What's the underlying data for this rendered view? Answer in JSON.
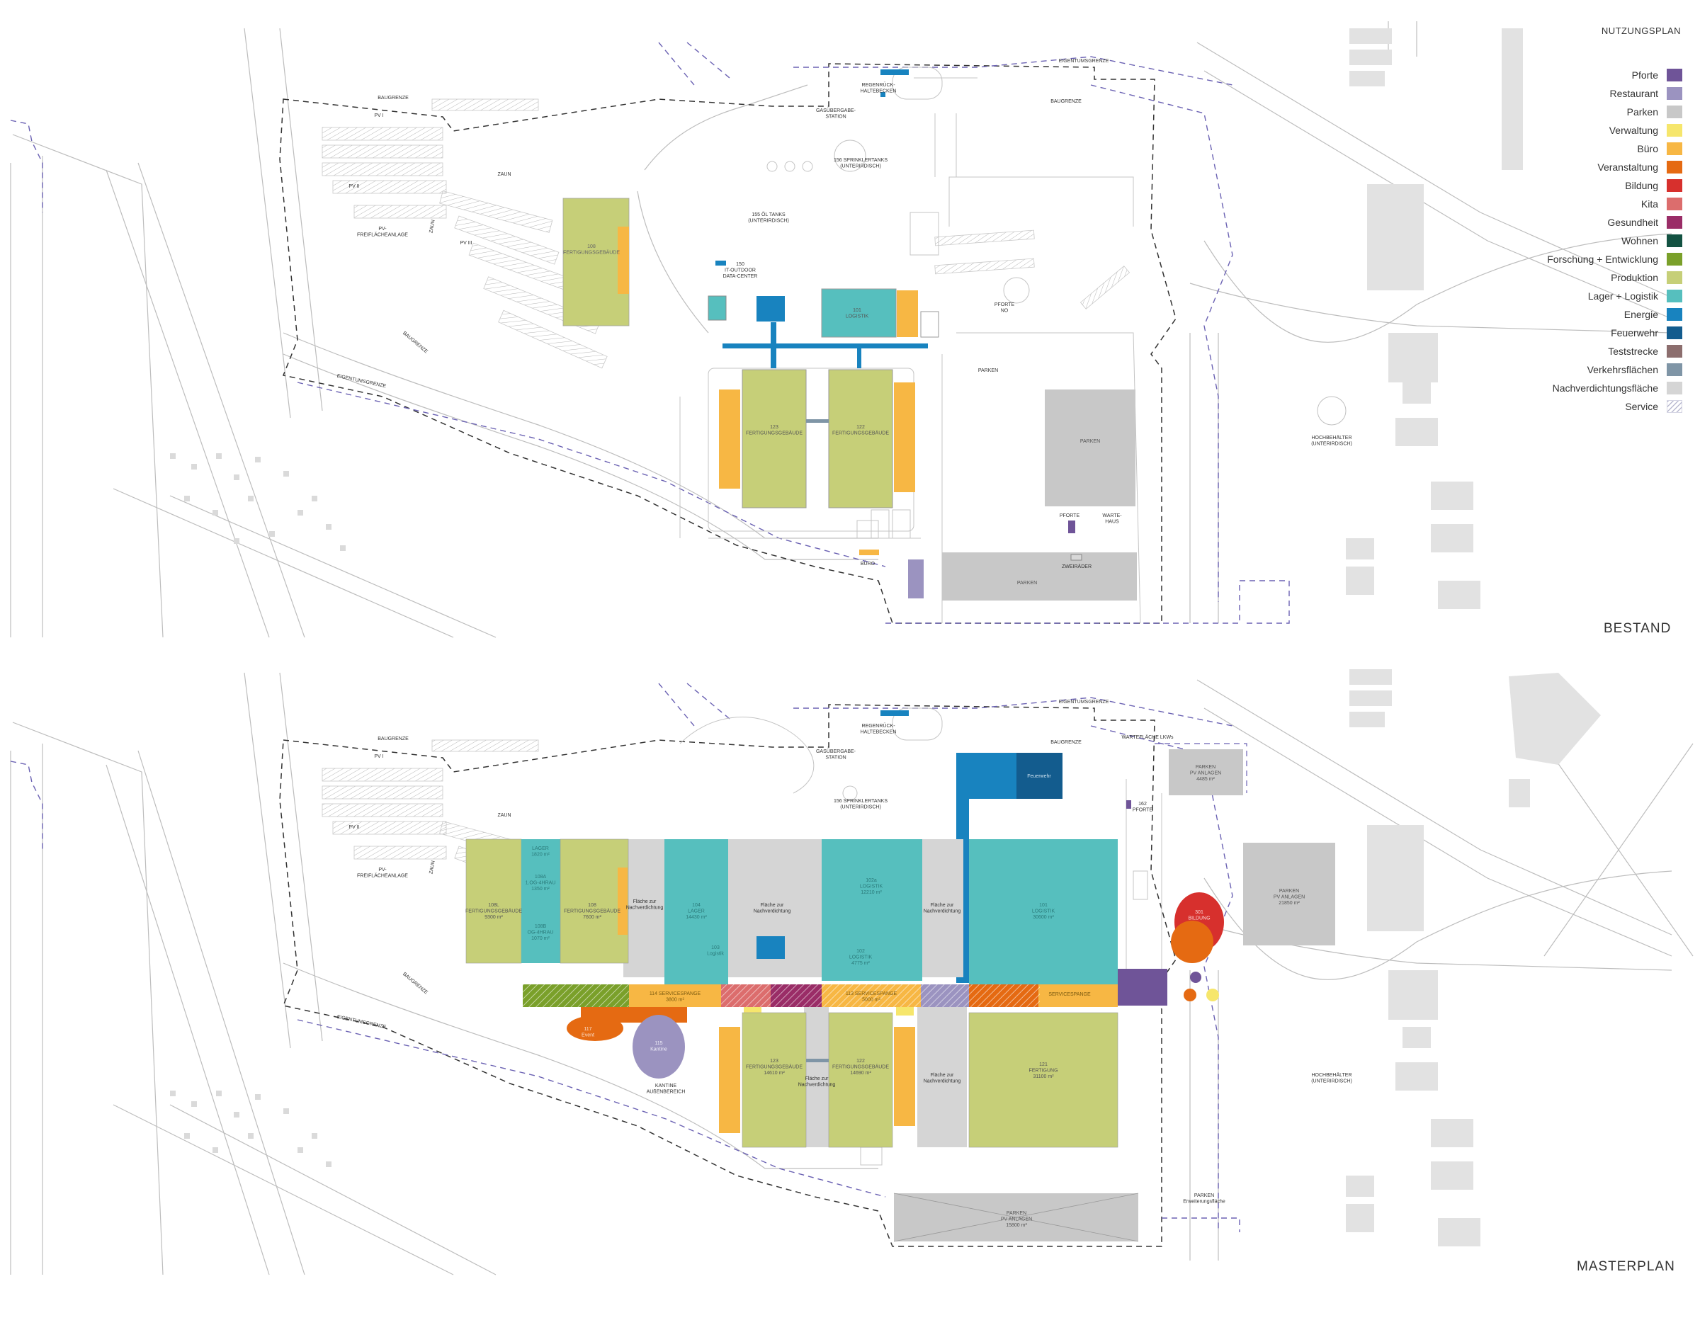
{
  "legend": {
    "title": "NUTZUNGSPLAN",
    "items": [
      {
        "label": "Pforte",
        "color": "#6f5498",
        "icon": "solid-swatch"
      },
      {
        "label": "Restaurant",
        "color": "#9b93c0",
        "icon": "solid-swatch"
      },
      {
        "label": "Parken",
        "color": "#c8c8c8",
        "icon": "solid-swatch"
      },
      {
        "label": "Verwaltung",
        "color": "#f6e66c",
        "icon": "solid-swatch"
      },
      {
        "label": "Büro",
        "color": "#f7b744",
        "icon": "solid-swatch"
      },
      {
        "label": "Veranstaltung",
        "color": "#e56a12",
        "icon": "solid-swatch"
      },
      {
        "label": "Bildung",
        "color": "#d7302d",
        "icon": "solid-swatch"
      },
      {
        "label": "Kita",
        "color": "#dc6d6d",
        "icon": "solid-swatch"
      },
      {
        "label": "Gesundheit",
        "color": "#9a2d67",
        "icon": "solid-swatch"
      },
      {
        "label": "Wohnen",
        "color": "#135242",
        "icon": "solid-swatch"
      },
      {
        "label": "Forschung + Entwicklung",
        "color": "#7aa02a",
        "icon": "solid-swatch"
      },
      {
        "label": "Produktion",
        "color": "#c6cf78",
        "icon": "solid-swatch"
      },
      {
        "label": "Lager + Logistik",
        "color": "#56bfbe",
        "icon": "solid-swatch"
      },
      {
        "label": "Energie",
        "color": "#1883bf",
        "icon": "solid-swatch"
      },
      {
        "label": "Feuerwehr",
        "color": "#135c8e",
        "icon": "solid-swatch"
      },
      {
        "label": "Teststrecke",
        "color": "#8c6e6e",
        "icon": "solid-swatch"
      },
      {
        "label": "Verkehrsflächen",
        "color": "#7f95a6",
        "icon": "solid-swatch"
      },
      {
        "label": "Nachverdichtungsfläche",
        "color": "#d5d5d5",
        "icon": "solid-swatch"
      },
      {
        "label": "Service",
        "color": "#b9b9d0",
        "icon": "hatch-swatch"
      }
    ]
  },
  "panels": {
    "bestand": {
      "title": "BESTAND",
      "map_labels": {
        "eigentumsgrenze_top": "EIGENTUMSGRENZE",
        "baugrenze_top": "BAUGRENZE",
        "baugrenze_left": "BAUGRENZE",
        "baugrenze_diag": "BAUGRENZE",
        "eigentumsgrenze_left": "EIGENTUMSGRENZE",
        "zaun_top": "ZAUN",
        "zaun_side": "ZAUN",
        "pv_1": "PV I",
        "pv_2": "PV II",
        "pv_3": "PV III",
        "pv_frei": "PV-\nFREIFLÄCHEANLAGE",
        "regenrueckhaltebecken": "REGENRÜCK-\nHALTEBECKEN",
        "gasuebergabestation": "GASÜBERGABE-\nSTATION",
        "sprinklertanks": "156 SPRINKLERTANKS\n(UNTERIRDISCH)",
        "oel_tanks": "155 ÖL TANKS\n(UNTERIRDISCH)",
        "data_center": "150\nIT-OUTDOOR\nDATA-CENTER",
        "b108": "108\nFERTIGUNGSGEBÄUDE",
        "b101": "101\nLOGISTIK",
        "b123": "123\nFERTIGUNGSGEBÄUDE",
        "b122": "122\nFERTIGUNGSGEBÄUDE",
        "pforte_nord": "PFORTE\nNO",
        "parken_top": "PARKEN",
        "parken_block": "PARKEN",
        "parken_bottom": "PARKEN",
        "zweiraeder": "ZWEIRÄDER",
        "pforte_sued": "PFORTE",
        "wartehaus": "WARTE-\nHAUS",
        "buero": "BÜRO",
        "hochbehaelter": "HOCHBEHÄLTER\n(UNTERIRDISCH)"
      }
    },
    "masterplan": {
      "title": "MASTERPLAN",
      "map_labels": {
        "eigentumsgrenze_top": "EIGENTUMSGRENZE",
        "baugrenze_top": "BAUGRENZE",
        "baugrenze_left": "BAUGRENZE",
        "baugrenze_diag": "BAUGRENZE",
        "eigentumsgrenze_left": "EIGENTUMSGRENZE",
        "zaun_top": "ZAUN",
        "zaun_side": "ZAUN",
        "pv_1": "PV I",
        "pv_2": "PV II",
        "pv_frei": "PV-\nFREIFLÄCHEANLAGE",
        "regenrueckhaltebecken": "REGENRÜCK-\nHALTEBECKEN",
        "gasuebergabestation": "GASÜBERGABE-\nSTATION",
        "sprinklertanks": "156 SPRINKLERTANKS\n(UNTERIRDISCH)",
        "warteflaeche": "WARTEFLÄCHE LKWs",
        "feuerwehr": "Feuerwehr",
        "pforte_nord": "162\nPFORTE",
        "parken_pv_1": "PARKEN\nPV ANLAGEN\n4485 m²",
        "parken_pv_2": "PARKEN\nPV ANLAGEN\n21850 m²",
        "parken_pv_3": "PARKEN\nPV ANLAGEN\n15800 m²",
        "parken_erweiterung": "PARKEN\nErweiterungsfläche",
        "b108l": "108L\nFERTIGUNGSGEBÄUDE\n9300 m²",
        "b108lager": "LAGER\n1820 m²",
        "b108a": "108A\n1.OG-4HRAU\n1350 m²",
        "b108b": "108B\nOG-4HRAU\n1070 m²",
        "b108": "108\nFERTIGUNGSGEBÄUDE\n7600 m²",
        "nachverdichtung_1": "Fläche zur\nNachverdichtung",
        "nachverdichtung_2": "Fläche zur\nNachverdichtung",
        "nachverdichtung_3": "Fläche zur\nNachverdichtung",
        "nachverdichtung_4": "Fläche zur\nNachverdichtung",
        "nachverdichtung_5": "Fläche zur\nNachverdichtung",
        "b104": "104\nLAGER\n14430 m²",
        "b103": "103\nLogistik",
        "b102a": "102a\nLOGISTIK\n12210 m²",
        "b102b": "102\nLOGISTIK\n4775 m²",
        "b101": "101\nLOGISTIK\n30600 m²",
        "servicespange_1": "114 SERVICESPANGE\n3800 m²",
        "servicespange_2": "113 SERVICESPANGE\n5000 m²",
        "servicespange_3": "SERVICESPANGE",
        "b123": "123\nFERTIGUNGSGEBÄUDE\n14610 m²",
        "b122": "122\nFERTIGUNGSGEBÄUDE\n14690 m²",
        "b121": "121\nFERTIGUNG\n31100 m²",
        "kantine": "KANTINE\nAUßENBEREICH",
        "restaurant_oval": "115\nKantine",
        "veranstaltung_oval": "117\nEvent",
        "bildung_oval": "301\nBILDUNG",
        "hochbehaelter": "HOCHBEHÄLTER\n(UNTERIRDISCH)"
      }
    }
  }
}
